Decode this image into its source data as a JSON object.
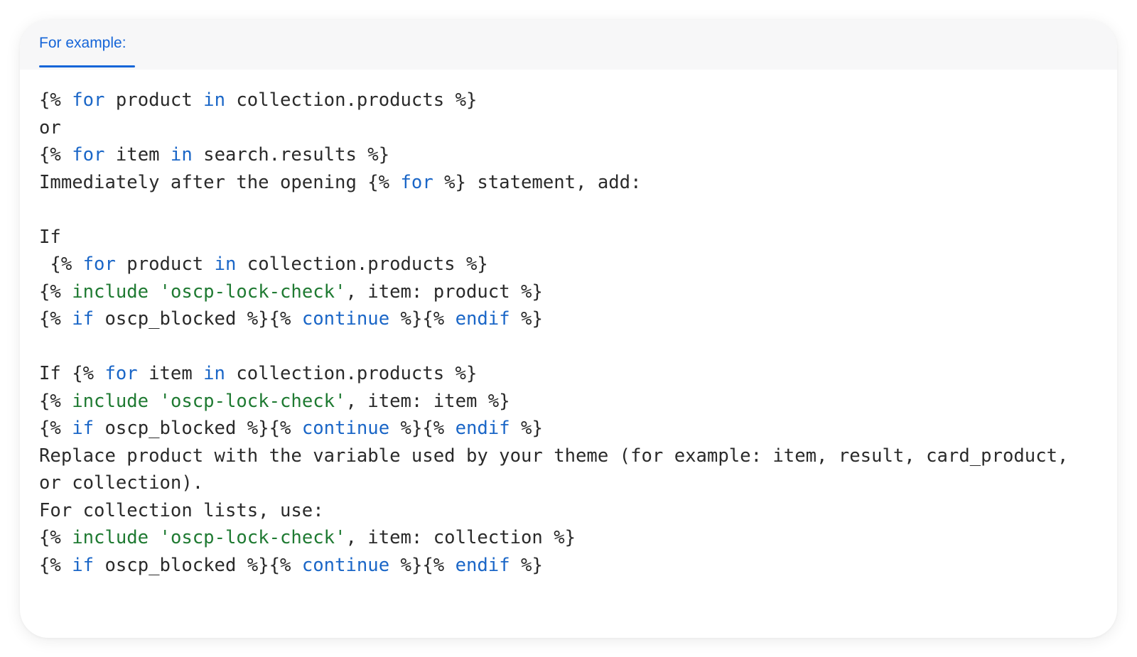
{
  "tab": {
    "label": "For example:"
  },
  "code_lines": [
    [
      [
        "{% ",
        "p"
      ],
      [
        "for",
        "kw"
      ],
      [
        " product ",
        "p"
      ],
      [
        "in",
        "kw"
      ],
      [
        " collection.products %}",
        "p"
      ]
    ],
    [
      [
        "or",
        "p"
      ]
    ],
    [
      [
        "{% ",
        "p"
      ],
      [
        "for",
        "kw"
      ],
      [
        " item ",
        "p"
      ],
      [
        "in",
        "kw"
      ],
      [
        " search.results %}",
        "p"
      ]
    ],
    [
      [
        "Immediately after the opening {% ",
        "p"
      ],
      [
        "for",
        "kw"
      ],
      [
        " %} statement, add:",
        "p"
      ]
    ],
    [],
    [
      [
        "If",
        "p"
      ]
    ],
    [
      [
        " {% ",
        "p"
      ],
      [
        "for",
        "kw"
      ],
      [
        " product ",
        "p"
      ],
      [
        "in",
        "kw"
      ],
      [
        " collection.products %}",
        "p"
      ]
    ],
    [
      [
        "{% ",
        "p"
      ],
      [
        "include",
        "str"
      ],
      [
        " ",
        "p"
      ],
      [
        "'oscp-lock-check'",
        "str"
      ],
      [
        ", item: product %}",
        "p"
      ]
    ],
    [
      [
        "{% ",
        "p"
      ],
      [
        "if",
        "kw"
      ],
      [
        " oscp_blocked %}{% ",
        "p"
      ],
      [
        "continue",
        "kw"
      ],
      [
        " %}{% ",
        "p"
      ],
      [
        "endif",
        "kw"
      ],
      [
        " %}",
        "p"
      ]
    ],
    [],
    [
      [
        "If {% ",
        "p"
      ],
      [
        "for",
        "kw"
      ],
      [
        " item ",
        "p"
      ],
      [
        "in",
        "kw"
      ],
      [
        " collection.products %}",
        "p"
      ]
    ],
    [
      [
        "{% ",
        "p"
      ],
      [
        "include",
        "str"
      ],
      [
        " ",
        "p"
      ],
      [
        "'oscp-lock-check'",
        "str"
      ],
      [
        ", item: item %}",
        "p"
      ]
    ],
    [
      [
        "{% ",
        "p"
      ],
      [
        "if",
        "kw"
      ],
      [
        " oscp_blocked %}{% ",
        "p"
      ],
      [
        "continue",
        "kw"
      ],
      [
        " %}{% ",
        "p"
      ],
      [
        "endif",
        "kw"
      ],
      [
        " %}",
        "p"
      ]
    ],
    [
      [
        "Replace product with the variable used by your theme (for example: item, result, card_product,",
        "p"
      ]
    ],
    [
      [
        "or collection).",
        "p"
      ]
    ],
    [
      [
        "For collection lists, use:",
        "p"
      ]
    ],
    [
      [
        "{% ",
        "p"
      ],
      [
        "include",
        "str"
      ],
      [
        " ",
        "p"
      ],
      [
        "'oscp-lock-check'",
        "str"
      ],
      [
        ", item: collection %}",
        "p"
      ]
    ],
    [
      [
        "{% ",
        "p"
      ],
      [
        "if",
        "kw"
      ],
      [
        " oscp_blocked %}{% ",
        "p"
      ],
      [
        "continue",
        "kw"
      ],
      [
        " %}{% ",
        "p"
      ],
      [
        "endif",
        "kw"
      ],
      [
        " %}",
        "p"
      ]
    ]
  ],
  "colors": {
    "keyword": "#1a66c7",
    "string": "#1f7a32",
    "plain": "#2a2a2a",
    "tab_accent": "#1565d8"
  }
}
